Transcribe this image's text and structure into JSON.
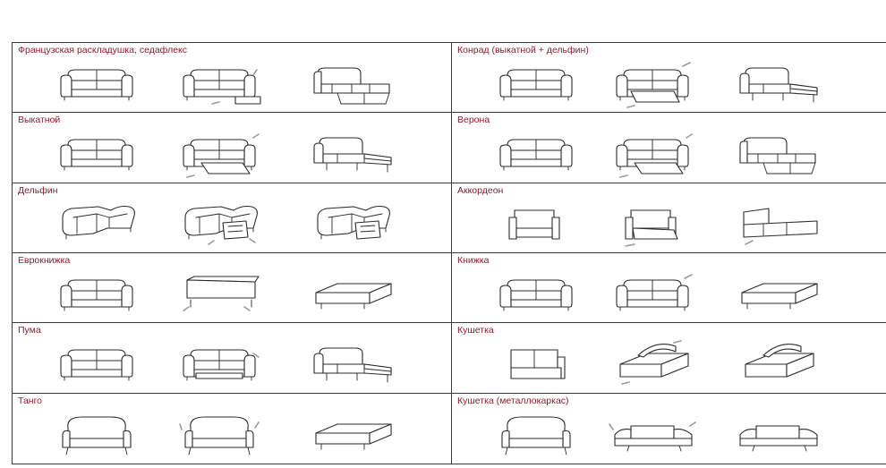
{
  "mechanisms": [
    {
      "label": "Французская раскладушка, седафлекс",
      "stages": [
        "sofa-closed",
        "sofa-unfolding",
        "sofa-bed-frame"
      ]
    },
    {
      "label": "Конрад (выкатной + дельфин)",
      "stages": [
        "sofa-closed",
        "sofa-rollout-dolphin",
        "sofa-bed-open"
      ]
    },
    {
      "label": "Выкатной",
      "stages": [
        "sofa-closed",
        "sofa-rollout",
        "sofa-bed-open"
      ]
    },
    {
      "label": "Верона",
      "stages": [
        "sofa-closed",
        "sofa-rollout",
        "sofa-bed-frame"
      ]
    },
    {
      "label": "Дельфин",
      "stages": [
        "corner-sofa-closed",
        "corner-sofa-dolphin",
        "corner-sofa-open"
      ]
    },
    {
      "label": "Аккордеон",
      "stages": [
        "compact-sofa-closed",
        "compact-sofa-pulling",
        "compact-sofa-unfolded"
      ]
    },
    {
      "label": "Еврокнижка",
      "stages": [
        "sofa-closed",
        "sofa-seat-forward",
        "sofa-bed-flat"
      ]
    },
    {
      "label": "Книжка",
      "stages": [
        "sofa-closed",
        "sofa-back-lowering",
        "sofa-bed-flat"
      ]
    },
    {
      "label": "Пума",
      "stages": [
        "sofa-closed",
        "sofa-lift",
        "sofa-bed-open"
      ]
    },
    {
      "label": "Кушетка",
      "stages": [
        "couch-closed",
        "couch-pulling",
        "couch-open"
      ]
    },
    {
      "label": "Танго",
      "stages": [
        "armchair-sofa-closed",
        "sofa-arms-folding",
        "sofa-bed-flat"
      ]
    },
    {
      "label": "Кушетка (металлокаркас)",
      "stages": [
        "metal-couch-closed",
        "metal-couch-arms-folding",
        "metal-couch-bed-flat"
      ]
    }
  ]
}
